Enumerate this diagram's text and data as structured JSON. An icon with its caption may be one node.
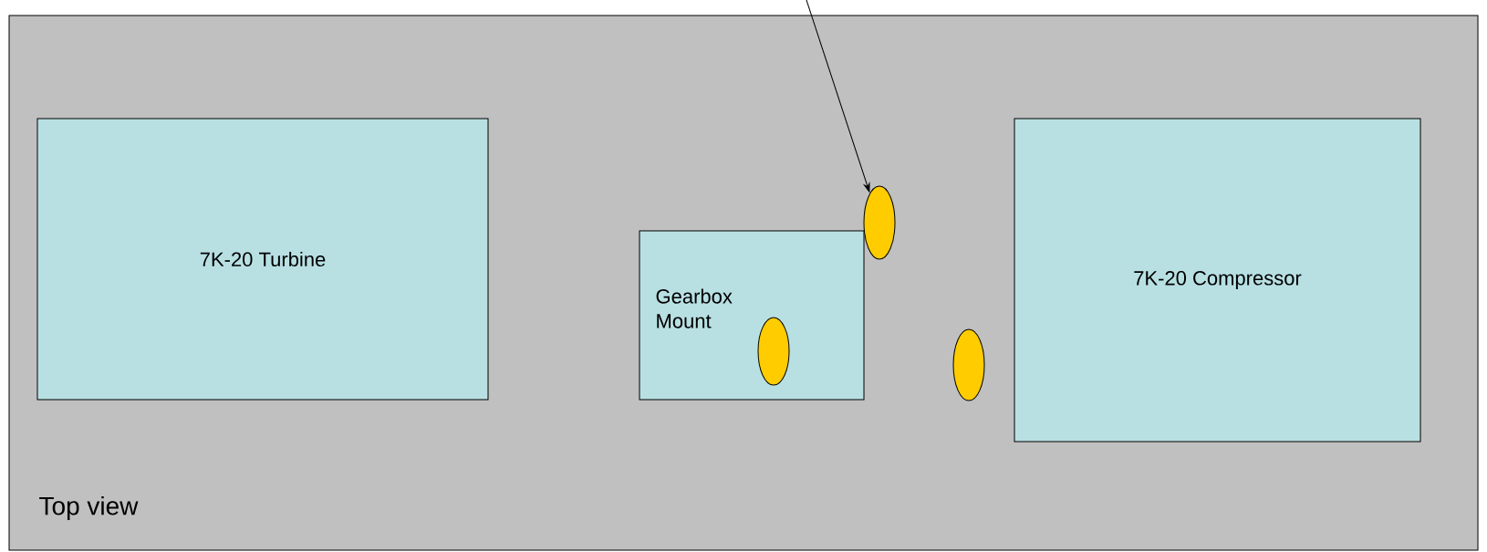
{
  "diagram": {
    "nodes": [
      {
        "text": [
          "Top view"
        ]
      },
      {
        "text": [
          "7K-20 Turbine"
        ],
        "in": 0
      },
      {
        "text": [
          "Gearbox Mount"
        ],
        "in": 0
      },
      {
        "text": [],
        "shape": "ellipse",
        "in": 0
      },
      {
        "text": [],
        "shape": "ellipse",
        "in": 2
      },
      {
        "text": [],
        "shape": "ellipse",
        "in": 0
      },
      {
        "text": [
          "7K-20 Compressor"
        ],
        "in": 0
      }
    ],
    "edges": [
      {
        "from": null,
        "to": 3,
        "arrow": "to"
      }
    ]
  }
}
